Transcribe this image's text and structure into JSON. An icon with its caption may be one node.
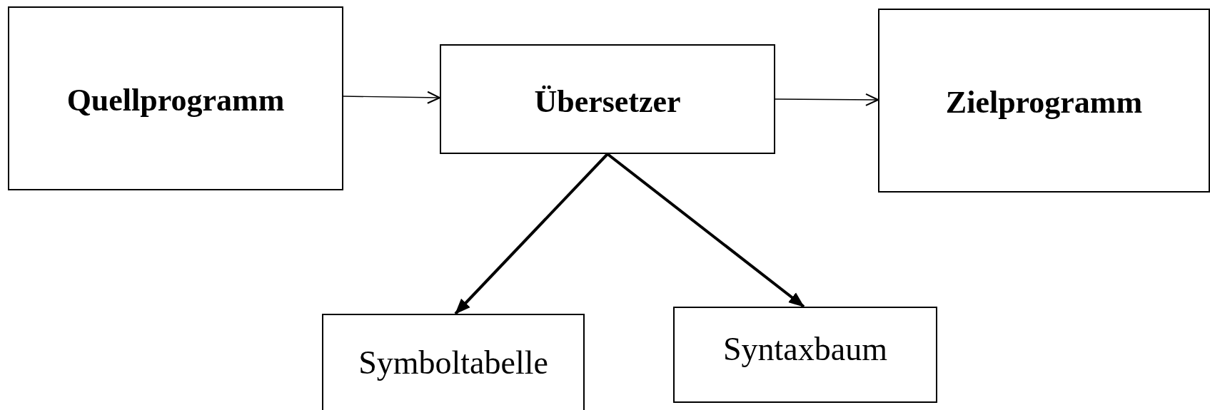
{
  "diagram": {
    "nodes": [
      {
        "text": [
          "Quellprogramm"
        ]
      },
      {
        "text": [
          "Übersetzer"
        ]
      },
      {
        "text": [
          "Zielprogramm"
        ]
      },
      {
        "text": [
          "Symboltabelle"
        ]
      },
      {
        "text": [
          "Syntaxbaum"
        ]
      }
    ],
    "edges": [
      {
        "from": 0,
        "to": 1,
        "arrow": "to"
      },
      {
        "from": 1,
        "to": 2,
        "arrow": "to"
      },
      {
        "from": 1,
        "to": 3,
        "arrow": "to",
        "style": "thick"
      },
      {
        "from": 1,
        "to": 4,
        "arrow": "to",
        "style": "thick"
      }
    ]
  }
}
